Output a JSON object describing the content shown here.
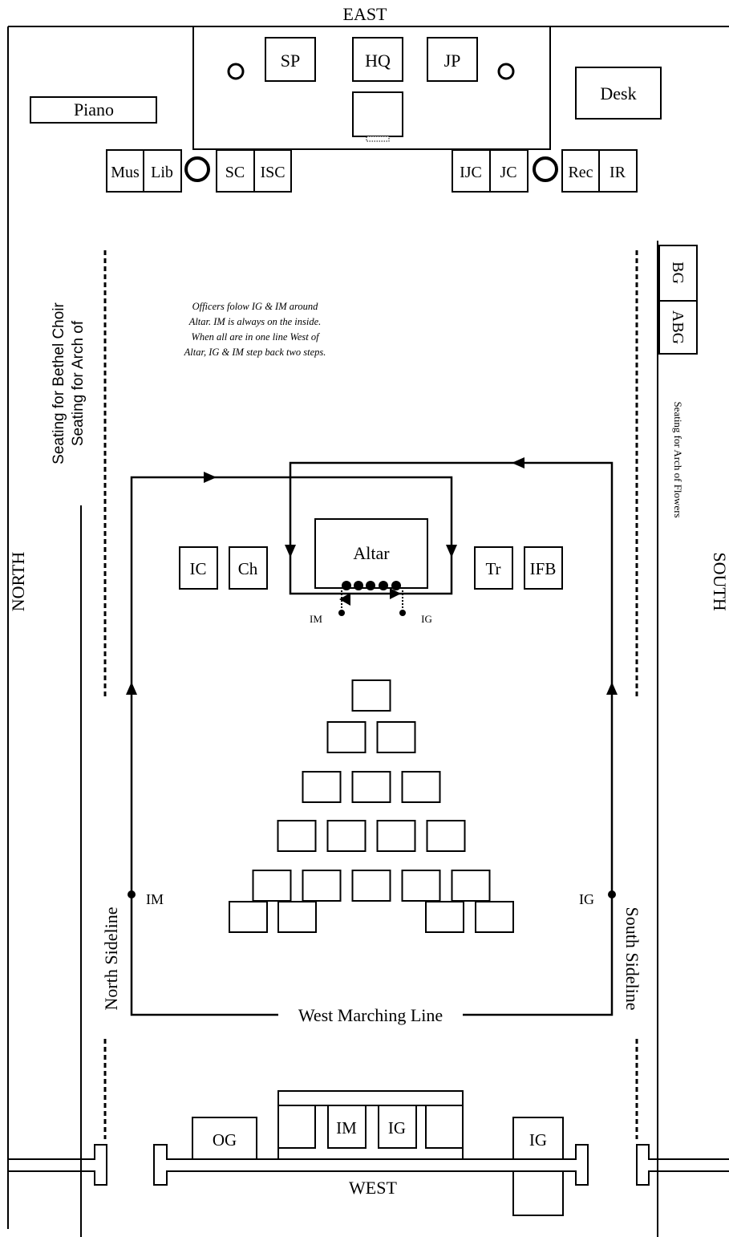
{
  "directions": {
    "east": "EAST",
    "west": "WEST",
    "north": "NORTH",
    "south": "SOUTH"
  },
  "east_station": {
    "sp": "SP",
    "hq": "HQ",
    "jp": "JP",
    "desk": "Desk",
    "piano": "Piano",
    "mus": "Mus",
    "lib": "Lib",
    "sc": "SC",
    "isc": "ISC",
    "ijc": "IJC",
    "jc": "JC",
    "rec": "Rec",
    "ir": "IR"
  },
  "south_side": {
    "bg": "BG",
    "abg": "ABG",
    "seating_arch": "Seating for Arch of Flowers",
    "sideline": "South Sideline"
  },
  "north_side": {
    "seating_choir": "Seating for Bethel Choir",
    "seating_arch": "Seating for Arch of",
    "sideline": "North Sideline"
  },
  "instructions": [
    "Officers folow IG & IM around",
    "Altar.  IM is always on the inside.",
    "When all are in one line West of",
    "Altar, IG & IM step back two steps."
  ],
  "center": {
    "altar": "Altar",
    "ic": "IC",
    "ch": "Ch",
    "tr": "Tr",
    "ifb": "IFB",
    "im_marker": "IM",
    "ig_marker": "IG",
    "im_sideline": "IM",
    "ig_sideline": "IG"
  },
  "west_line": "West Marching Line",
  "west_station": {
    "og": "OG",
    "im": "IM",
    "ig": "IG",
    "ig_door": "IG"
  },
  "seat_rows": [
    1,
    2,
    3,
    4,
    5,
    4
  ]
}
